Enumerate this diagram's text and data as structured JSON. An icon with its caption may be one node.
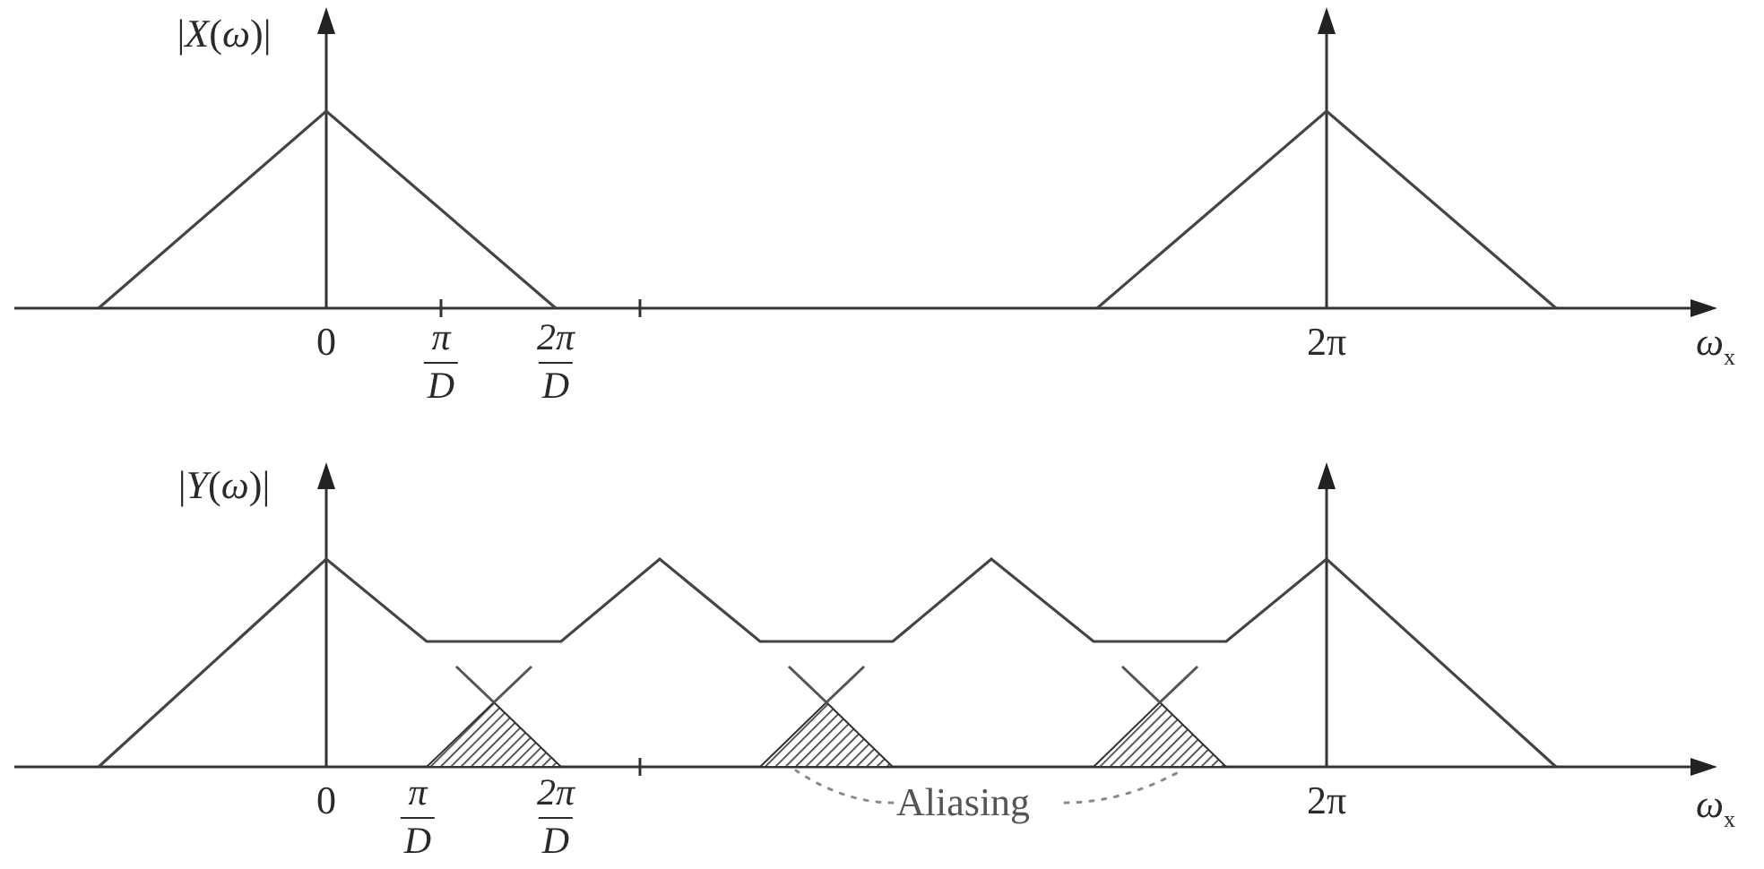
{
  "diagram": {
    "nodes": [
      {
        "text": [],
        "shape": "triangle"
      },
      {
        "text": [],
        "shape": "triangle"
      },
      {
        "text": [],
        "shape": "triangle"
      },
      {
        "text": [
          "Aliasing"
        ]
      }
    ],
    "edges": [
      {
        "from": 3,
        "to": 1,
        "arrow": "none",
        "style": "dashed",
        "color": "#8a8a8a"
      },
      {
        "from": 3,
        "to": 2,
        "arrow": "none",
        "style": "dashed",
        "color": "#8a8a8a"
      }
    ],
    "labels": [
      "|*X*(*ω*)|",
      "0",
      "π",
      "2π",
      "2π",
      "*ω*$_{x}$",
      "D",
      "D",
      "|*Y*(*ω*)|",
      "0",
      "π",
      "2π",
      "2π",
      "*ω*$_{x}$",
      "D",
      "D"
    ]
  }
}
